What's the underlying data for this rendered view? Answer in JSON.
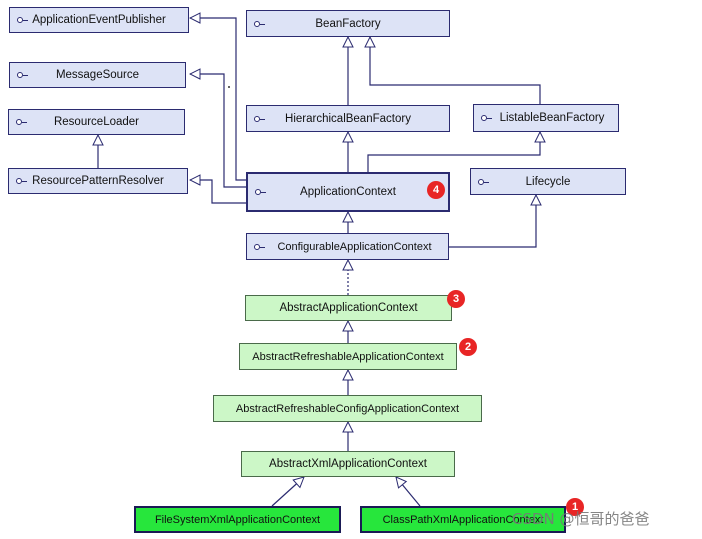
{
  "interfaces": {
    "application_event_publisher": "ApplicationEventPublisher",
    "message_source": "MessageSource",
    "resource_loader": "ResourceLoader",
    "resource_pattern_resolver": "ResourcePatternResolver",
    "bean_factory": "BeanFactory",
    "hierarchical_bean_factory": "HierarchicalBeanFactory",
    "listable_bean_factory": "ListableBeanFactory",
    "application_context": "ApplicationContext",
    "lifecycle": "Lifecycle",
    "configurable_application_context": "ConfigurableApplicationContext"
  },
  "abstract_classes": {
    "abstract_application_context": "AbstractApplicationContext",
    "abstract_refreshable_application_context": "AbstractRefreshableApplicationContext",
    "abstract_refreshable_config_application_context": "AbstractRefreshableConfigApplicationContext",
    "abstract_xml_application_context": "AbstractXmlApplicationContext"
  },
  "concrete_classes": {
    "file_system_xml_application_context": "FileSystemXmlApplicationContext",
    "class_path_xml_application_context": "ClassPathXmlApplicationContext"
  },
  "badges": {
    "class_path": "1",
    "abstract_refreshable": "2",
    "abstract_application_context": "3",
    "application_context": "4"
  },
  "watermark": "CSDN @恒哥的爸爸",
  "colors": {
    "interface_fill": "#dde3f6",
    "abstract_fill": "#ccf7c7",
    "concrete_fill": "#27e63c",
    "line": "#2b2b70",
    "badge": "#e82525"
  }
}
